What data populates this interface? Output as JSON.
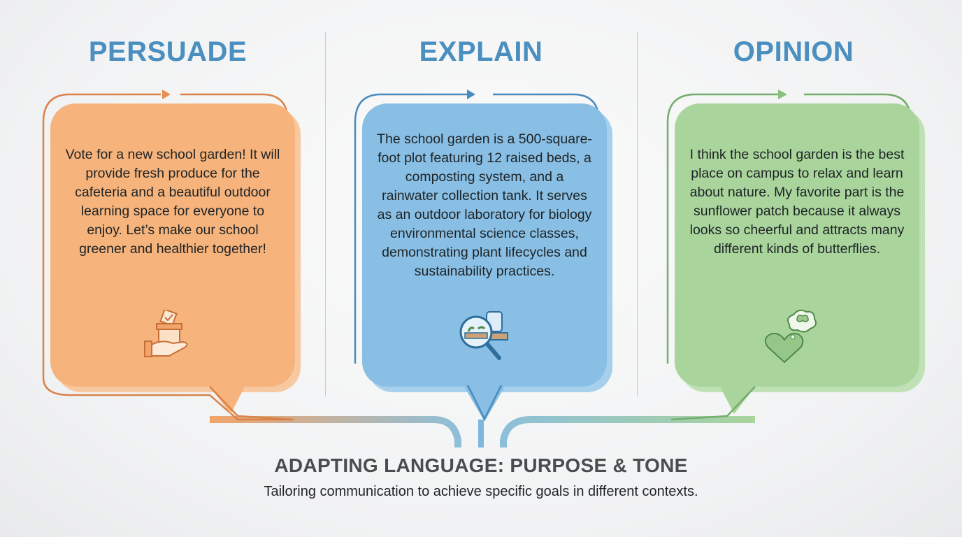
{
  "columns": [
    {
      "heading": "PERSUADE",
      "body": "Vote for a new school garden! It will provide fresh produce for the cafeteria and a beautiful outdoor learning space for everyone to enjoy. Let’s make our school greener and healthier together!",
      "icon": "ballot-box-hand-icon",
      "fill_color": "#f6b47c",
      "outline_color": "#d9834a"
    },
    {
      "heading": "EXPLAIN",
      "body": "The school garden is a 500-square-foot plot featuring 12 raised beds, a composting system, and a rainwater collection tank. It serves as an outdoor laboratory for biology environmental science classes, demonstrating plant lifecycles and sustainability practices.",
      "icon": "magnifier-garden-icon",
      "fill_color": "#89bfe4",
      "outline_color": "#4a8bbd"
    },
    {
      "heading": "OPINION",
      "body": "I think the school garden is the best place on campus to relax and learn about nature. My favorite part is the sunflower patch because it always looks so cheerful and attracts many different kinds of butterflies.",
      "icon": "heart-butterfly-thought-icon",
      "fill_color": "#a9d49c",
      "outline_color": "#74ad6c"
    }
  ],
  "footer": {
    "title": "ADAPTING LANGUAGE: PURPOSE & TONE",
    "subtitle": "Tailoring communication to achieve specific goals in different contexts."
  },
  "colors": {
    "heading": "#4a8fc0",
    "footer_title": "#4a4d50"
  }
}
